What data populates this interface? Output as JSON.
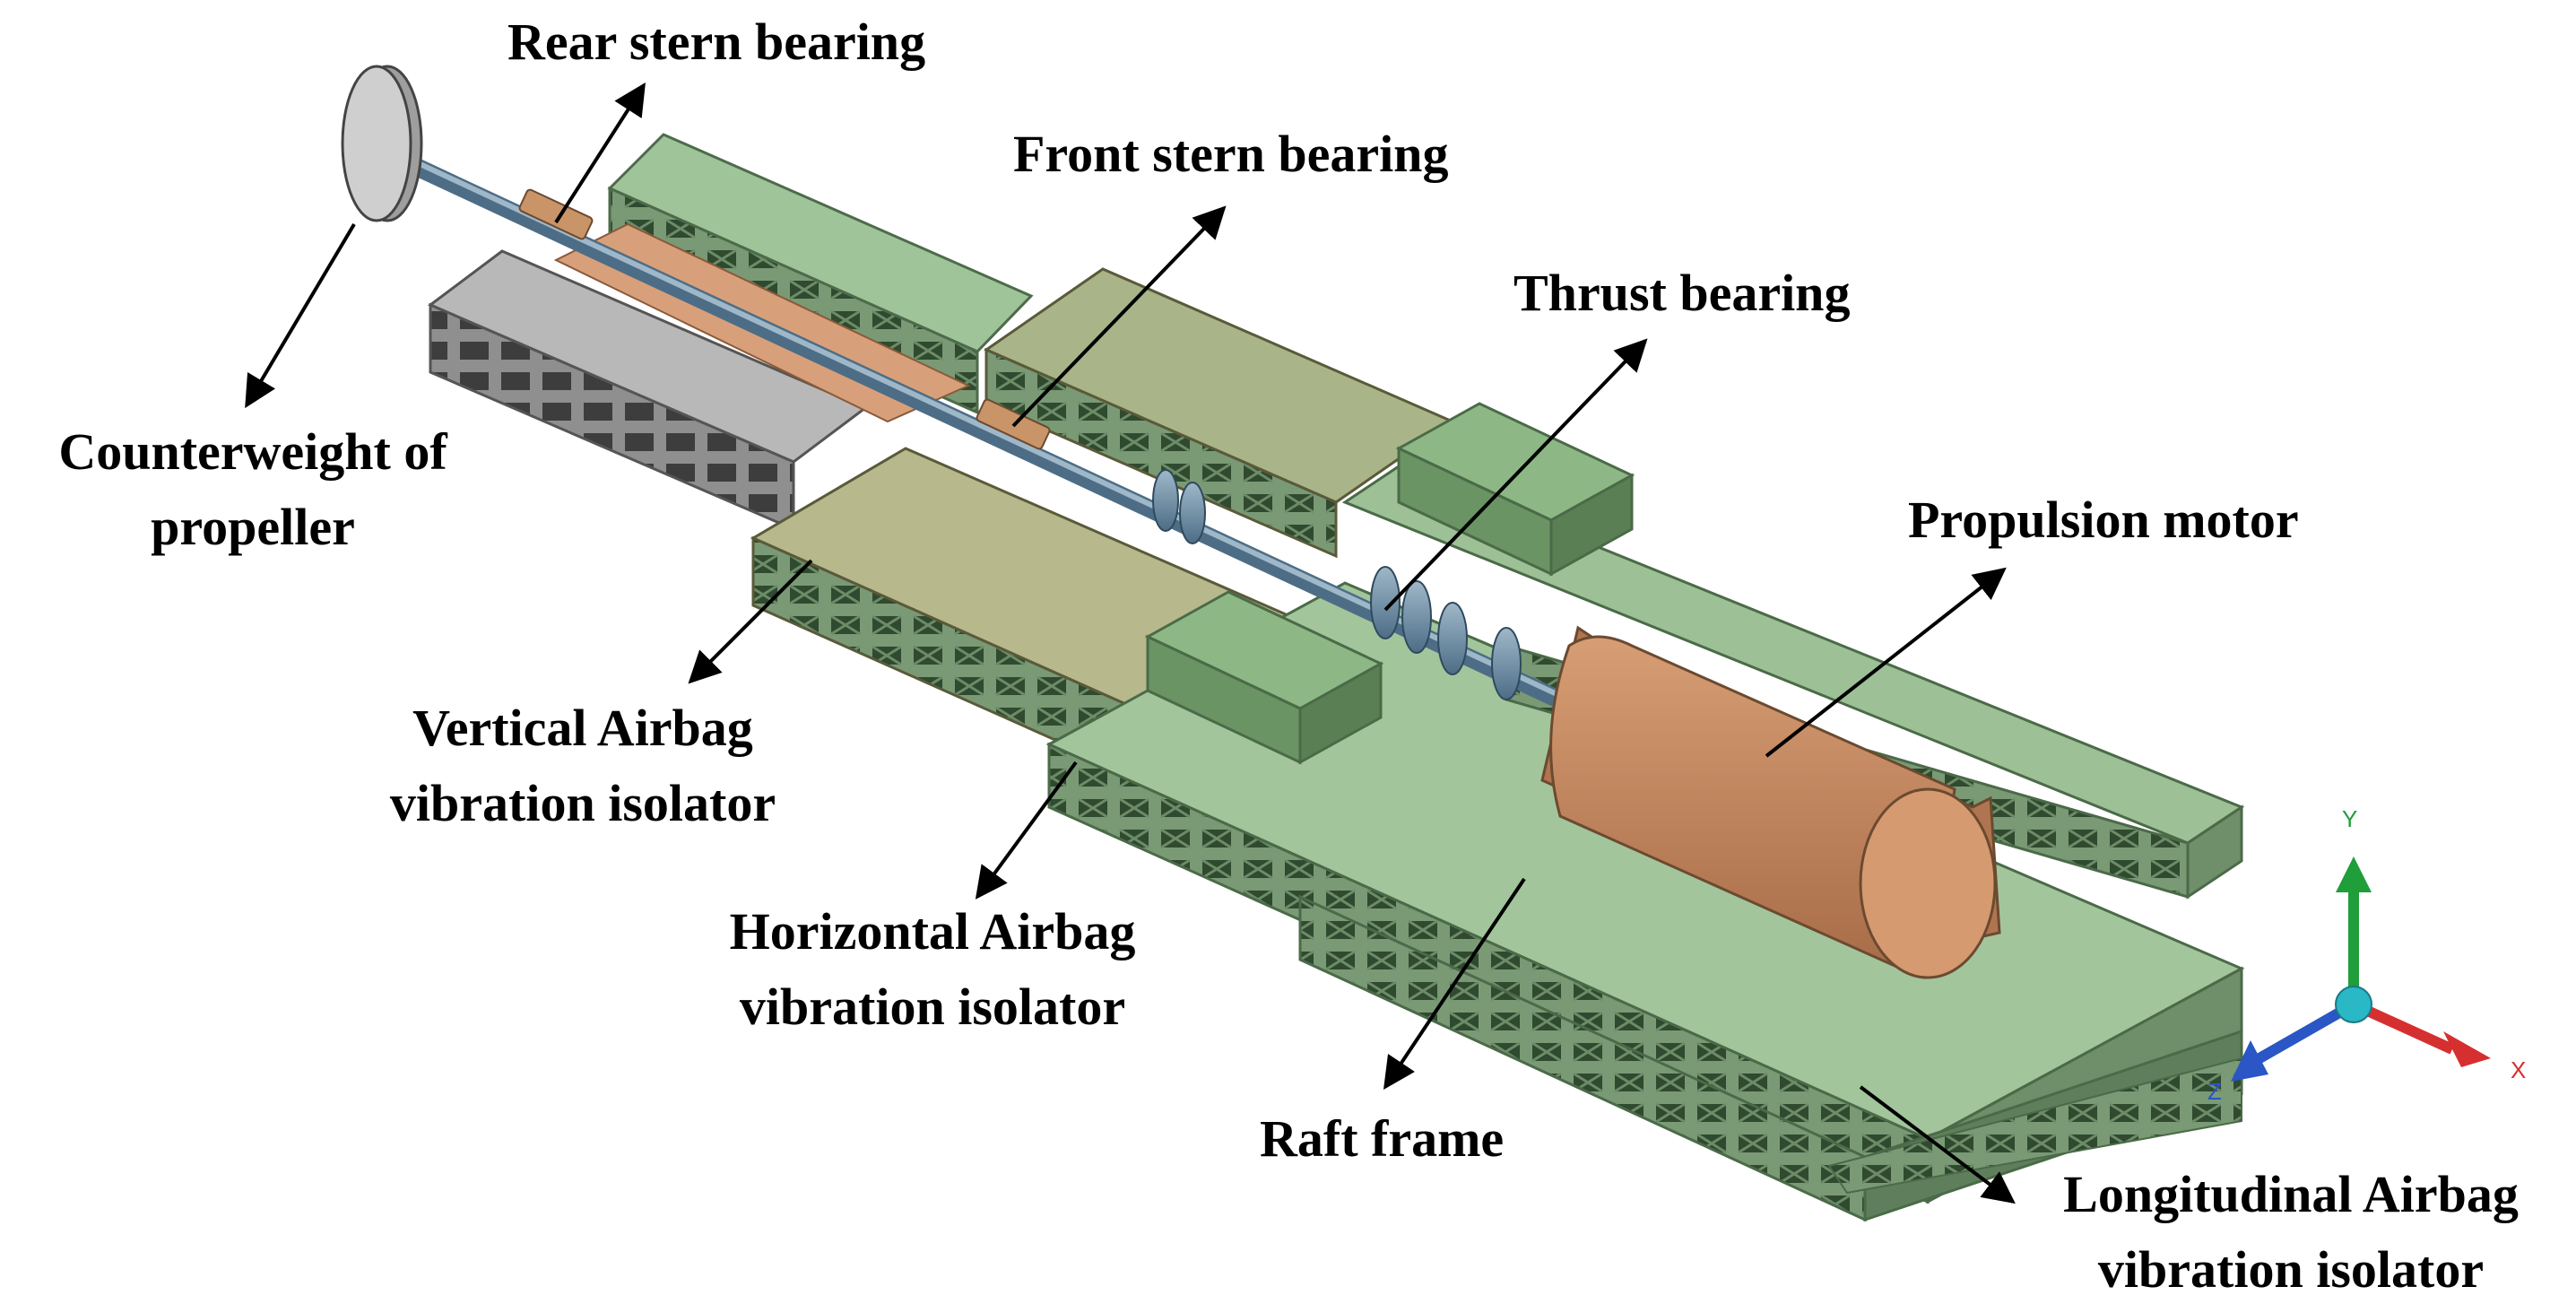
{
  "labels": {
    "rear_stern_bearing": "Rear stern bearing",
    "front_stern_bearing": "Front stern bearing",
    "thrust_bearing": "Thrust bearing",
    "counterweight_line1": "Counterweight of",
    "counterweight_line2": "propeller",
    "propulsion_motor": "Propulsion motor",
    "vertical_line1": "Vertical Airbag",
    "vertical_line2": "vibration isolator",
    "horizontal_line1": "Horizontal Airbag",
    "horizontal_line2": "vibration isolator",
    "raft_frame": "Raft frame",
    "longitudinal_line1": "Longitudinal Airbag",
    "longitudinal_line2": "vibration isolator"
  },
  "axes": {
    "y": "Y",
    "x": "X",
    "z": "Z"
  },
  "colors": {
    "frame_green": "#9dbf95",
    "frame_dark": "#5f7f5c",
    "motor_brown": "#c58b63",
    "shaft_blue": "#6f8fa8",
    "counterweight_gray": "#b9b9b9",
    "axis_y": "#1f9e3a",
    "axis_x": "#d62f2f",
    "axis_z": "#2a56c6",
    "axis_origin": "#2ab7c6"
  }
}
